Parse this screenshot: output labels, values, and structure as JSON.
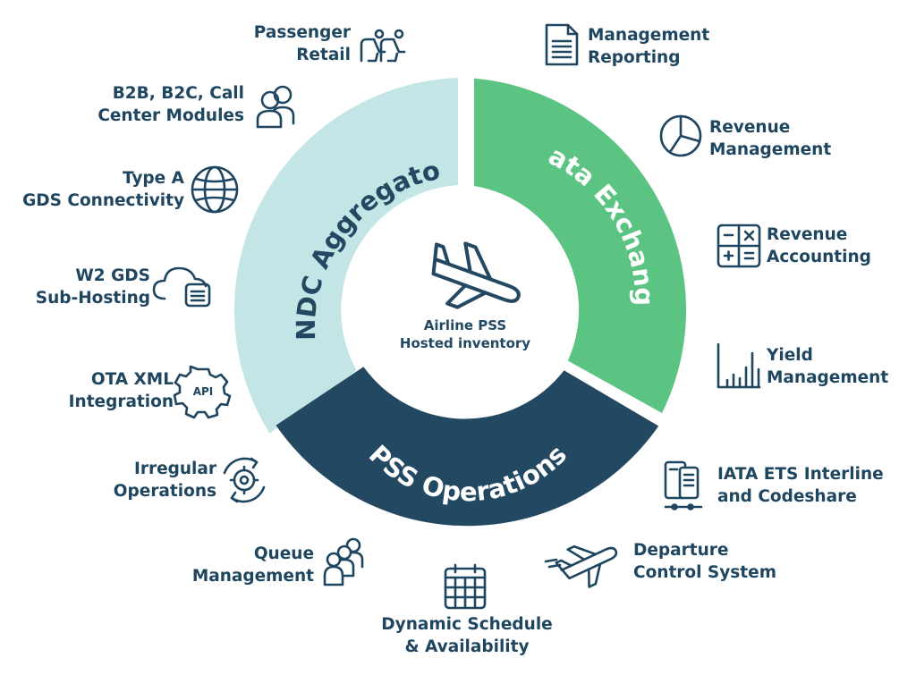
{
  "center": {
    "line1": "Airline PSS",
    "line2": "Hosted inventory",
    "icon": "airplane-icon"
  },
  "segments": {
    "ndc": {
      "label": "NDC Aggregator",
      "color": "#c3e5e5"
    },
    "data": {
      "label": "Data Exchange",
      "color": "#5cc482"
    },
    "pss": {
      "label": "PSS Operations",
      "color": "#234862"
    }
  },
  "colors": {
    "text": "#1f4660",
    "icon": "#1f4660",
    "background": "#ffffff"
  },
  "left_items": [
    {
      "lines": [
        "Passenger",
        "Retail"
      ],
      "icon": "passenger-retail-icon"
    },
    {
      "lines": [
        "B2B, B2C, Call",
        "Center Modules"
      ],
      "icon": "users-icon"
    },
    {
      "lines": [
        "Type A",
        "GDS Connectivity"
      ],
      "icon": "globe-icon"
    },
    {
      "lines": [
        "W2 GDS",
        "Sub-Hosting"
      ],
      "icon": "cloud-server-icon"
    },
    {
      "lines": [
        "OTA XML",
        "Integration"
      ],
      "icon": "api-gear-icon"
    },
    {
      "lines": [
        "Irregular",
        "Operations"
      ],
      "icon": "gear-cycle-icon"
    },
    {
      "lines": [
        "Queue",
        "Management"
      ],
      "icon": "queue-people-icon"
    }
  ],
  "bottom_item": {
    "lines": [
      "Dynamic Schedule",
      "& Availability"
    ],
    "icon": "calendar-icon"
  },
  "right_items": [
    {
      "lines": [
        "Management",
        "Reporting"
      ],
      "icon": "document-icon"
    },
    {
      "lines": [
        "Revenue",
        "Management"
      ],
      "icon": "pie-chart-icon"
    },
    {
      "lines": [
        "Revenue",
        "Accounting"
      ],
      "icon": "calculator-icon"
    },
    {
      "lines": [
        "Yield",
        "Management"
      ],
      "icon": "bar-chart-icon"
    },
    {
      "lines": [
        "IATA ETS Interline",
        "and Codeshare"
      ],
      "icon": "servers-icon"
    },
    {
      "lines": [
        "Departure",
        "Control System"
      ],
      "icon": "departure-plane-icon"
    }
  ]
}
